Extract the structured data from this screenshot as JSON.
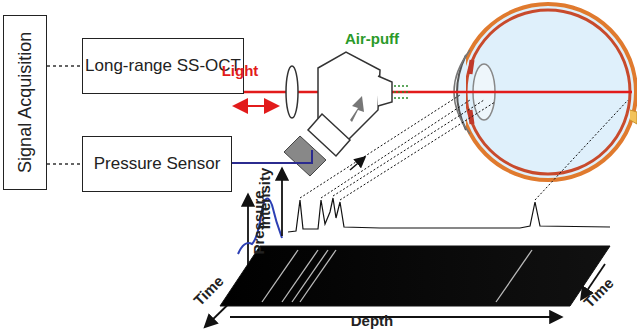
{
  "diagram": {
    "nodes": [
      {
        "text": [
          "Signal Acquisition"
        ]
      },
      {
        "text": [
          "Long-range SS-OCT"
        ]
      },
      {
        "text": [
          "Pressure Sensor"
        ]
      }
    ],
    "edges": [
      {
        "from": 0,
        "to": 1,
        "arrow": "none"
      },
      {
        "from": 0,
        "to": 2,
        "arrow": "none"
      }
    ],
    "labels": [
      "Light",
      "Air-puff",
      "Pressure",
      "Time",
      "Intensity",
      "Time",
      "Depth"
    ]
  }
}
